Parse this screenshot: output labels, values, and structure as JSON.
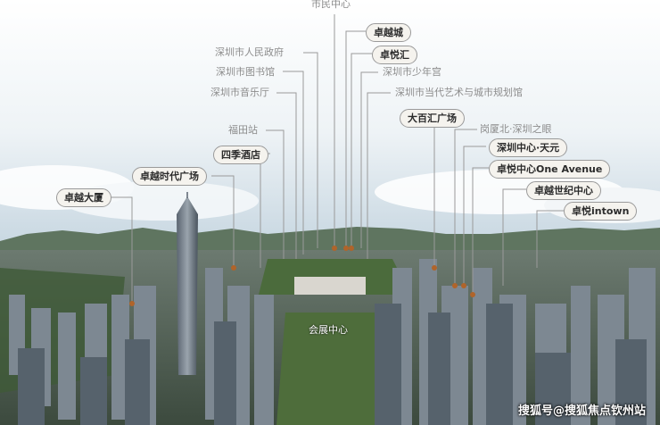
{
  "image": {
    "labels_plain": {
      "civic_center": "市民中心",
      "municipal_government": "深圳市人民政府",
      "library": "深圳市图书馆",
      "concert_hall": "深圳市音乐厅",
      "futian_station": "福田站",
      "youth_palace": "深圳市少年宫",
      "moca_planning": "深圳市当代艺术与城市规划馆",
      "gangxia_north": "岗厦北·深圳之眼",
      "convention_center": "会展中心"
    },
    "labels_highlight": {
      "excellence_city": "卓越城",
      "joyful_hui": "卓悦汇",
      "dabaihui_plaza": "大百汇广场",
      "shenzhen_center_tianyuan": "深圳中心·天元",
      "one_avenue": "卓悦中心One Avenue",
      "four_seasons": "四季酒店",
      "excellence_times_plaza": "卓越时代广场",
      "excellence_century_center": "卓越世纪中心",
      "excellence_building": "卓越大厦",
      "joyful_intown": "卓悦intown"
    },
    "watermark": "搜狐号@搜狐焦点钦州站"
  }
}
